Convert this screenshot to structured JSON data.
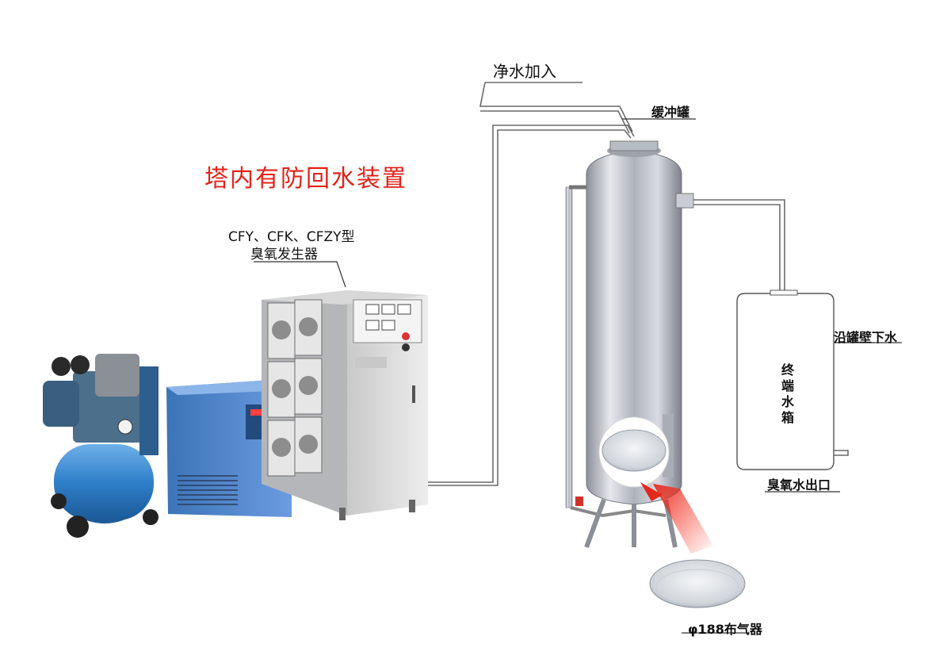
{
  "title": "塔内有防回水装置",
  "generator_label_line1": "CFY、CFK、CFZY型",
  "generator_label_line2": "臭氧发生器",
  "inlet_label": "净水加入",
  "buffer_tank_label": "缓冲罐",
  "wall_flow_label": "沿罐壁下水",
  "terminal_tank_label": "终端水箱",
  "outlet_label": "臭氧水出口",
  "diffuser_label": "φ188布气器",
  "colors": {
    "title": "#e2231a",
    "pipe": "#6a6a6a",
    "tank_steel": "#c8cbd2",
    "compressor_blue": "#3a7fc4",
    "dryer_blue": "#4f8ad1",
    "cabinet_panel": "#e2e2e2",
    "arrow": "#e23a2a"
  },
  "icons": [
    "air-compressor-icon",
    "refrigerated-dryer-icon",
    "ozone-generator-cabinet-icon",
    "stainless-tower-icon",
    "gas-diffuser-icon"
  ]
}
